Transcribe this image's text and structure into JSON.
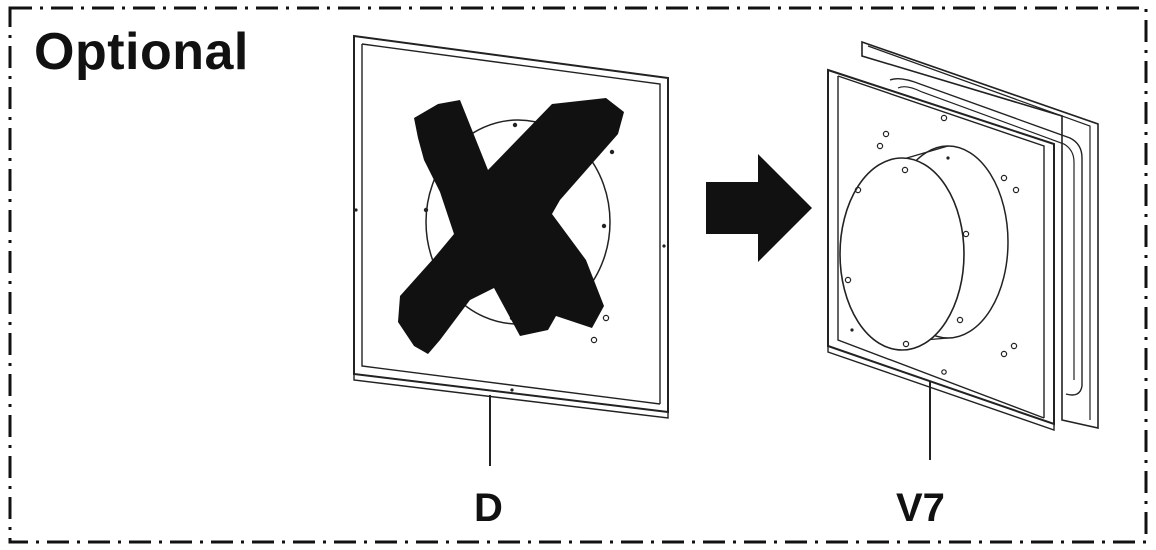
{
  "title": "Optional",
  "labels": {
    "left": "D",
    "right": "V7"
  },
  "colors": {
    "ink": "#111111",
    "background": "#ffffff"
  },
  "icons": {
    "cross": "cross-out-mark",
    "arrow": "right-arrow"
  }
}
